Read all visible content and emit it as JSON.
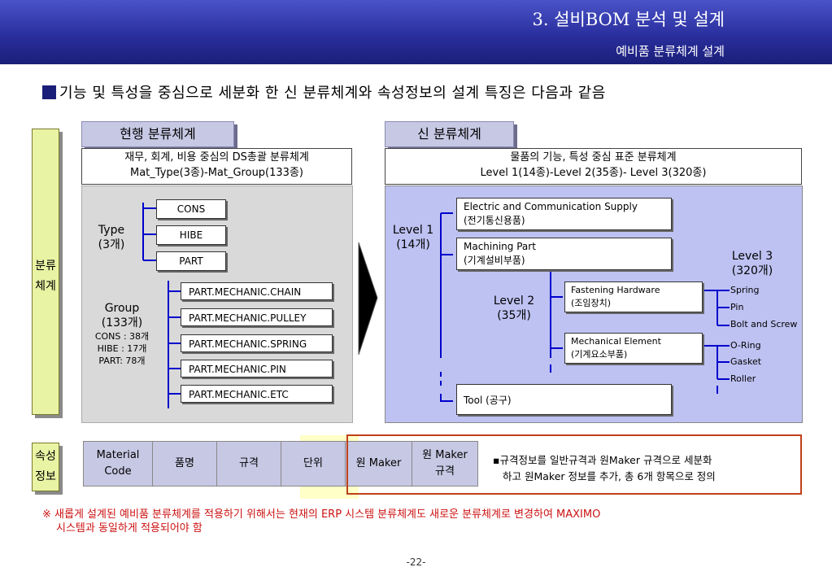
{
  "header": {
    "title": "3. 설비BOM 분석 및 설계",
    "subtitle": "예비품 분류체계 설계"
  },
  "lead": "기능 및 특성을 중심으로 세분화 한 신 분류체계와 속성정보의 설계 특징은 다음과 같음",
  "side_labels": {
    "classification": [
      "분류",
      "체계"
    ],
    "attribute": [
      "속성",
      "정보"
    ]
  },
  "current": {
    "tab": "현행 분류체계",
    "desc_line1": "재무, 회계, 비용 중심의 DS총괄 분류체계",
    "desc_line2": "Mat_Type(3종)-Mat_Group(133종)",
    "type_label": [
      "Type",
      "(3개)"
    ],
    "types": [
      "CONS",
      "HIBE",
      "PART"
    ],
    "group_label": [
      "Group",
      "(133개)"
    ],
    "group_counts": [
      "CONS : 38개",
      "HIBE : 17개",
      "PART: 78개"
    ],
    "groups": [
      "PART.MECHANIC.CHAIN",
      "PART.MECHANIC.PULLEY",
      "PART.MECHANIC.SPRING",
      "PART.MECHANIC.PIN",
      "PART.MECHANIC.ETC"
    ]
  },
  "new": {
    "tab": "신 분류체계",
    "desc_line1": "물품의 기능, 특성 중심 표준 분류체계",
    "desc_line2": "Level 1(14종)-Level 2(35종)- Level 3(320종)",
    "level1_label": [
      "Level 1",
      "(14개)"
    ],
    "level1": [
      {
        "line1": "Electric and Communication Supply",
        "line2": "(전기통신용품)"
      },
      {
        "line1": "Machining Part",
        "line2": "(기계설비부품)"
      },
      {
        "line1": "Tool (공구)",
        "line2": ""
      }
    ],
    "level2_label": [
      "Level 2",
      "(35개)"
    ],
    "level2": [
      {
        "line1": "Fastening Hardware",
        "line2": "(조임장치)"
      },
      {
        "line1": "Mechanical Element",
        "line2": "(기계요소부품)"
      }
    ],
    "level3_label": [
      "Level 3",
      "(320개)"
    ],
    "level3_a": [
      "Spring",
      "Pin",
      "Bolt and Screw"
    ],
    "level3_b": [
      "O-Ring",
      "Gasket",
      "Roller"
    ]
  },
  "attributes": {
    "columns": [
      [
        "Material",
        "Code"
      ],
      [
        "품명"
      ],
      [
        "규격"
      ],
      [
        "단위"
      ],
      [
        "원 Maker"
      ],
      [
        "원 Maker",
        "규격"
      ]
    ],
    "bullet_line1": "규격정보를 일반규격과 원Maker 규격으로 세분화",
    "bullet_line2": "하고 원Maker 정보를 추가, 총 6개 항목으로 정의"
  },
  "note_line1": "※ 새롭게 설계된 예비품 분류체계를 적용하기 위해서는 현재의 ERP 시스템 분류체계도 새로운 분류체계로 변경하여 MAXIMO",
  "note_line2": "시스템과 동일하게 적용되어야 함",
  "page_number": "-22-",
  "colors": {
    "header": "#2a2f9e",
    "tree_line": "#0000cc",
    "highlight_border": "#c0401a",
    "note": "#cc1111"
  }
}
